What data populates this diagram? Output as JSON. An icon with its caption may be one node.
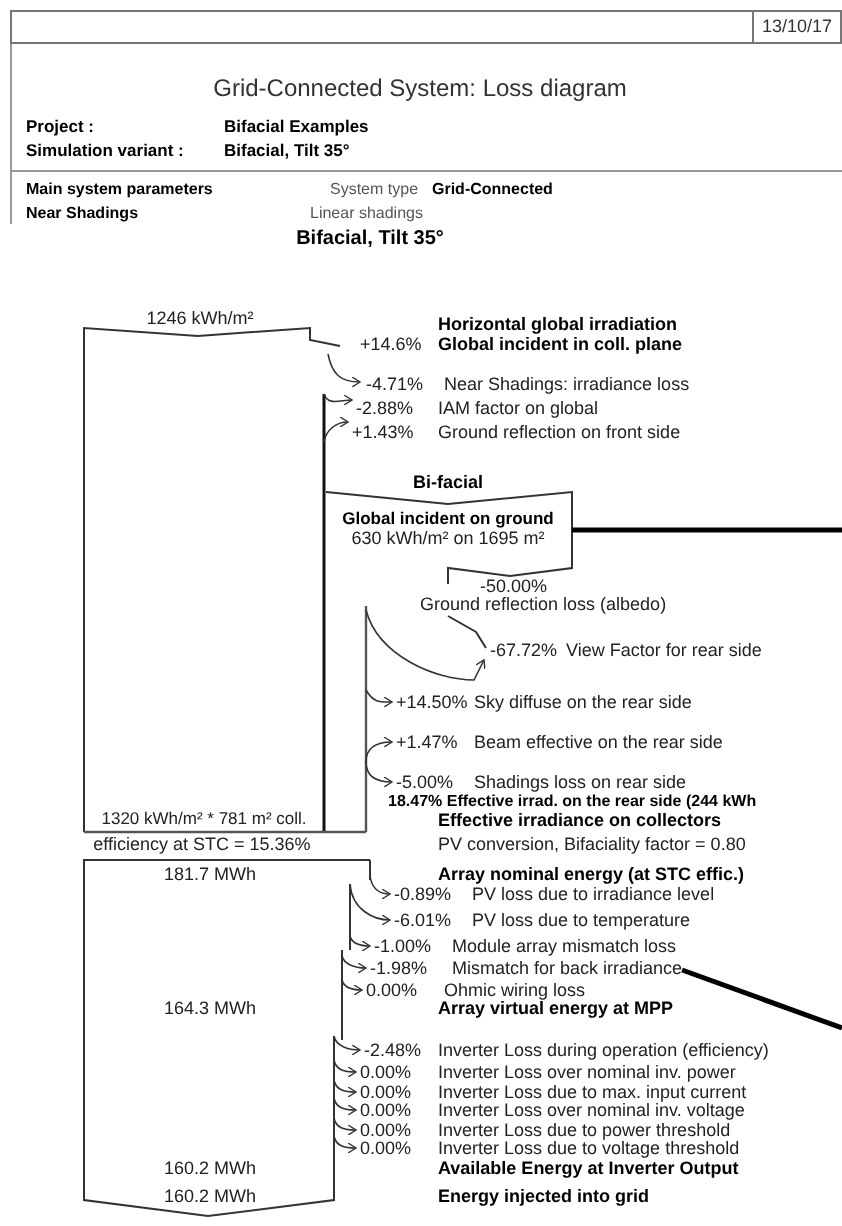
{
  "diagram": {
    "title": "Grid-Connected System: Loss diagram",
    "nodes": [
      {
        "text": [
          "13/10/17"
        ]
      },
      {
        "text": [
          "1246 kWh/m²",
          "1320 kWh/m² * 781 m² coll."
        ]
      },
      {
        "text": [
          "Bi-facial",
          "Global incident on ground",
          "630 kWh/m² on 1695 m²"
        ]
      },
      {
        "text": [
          "181.7 MWh",
          "164.3 MWh",
          "160.2 MWh",
          "160.2 MWh"
        ]
      },
      {
        "text": [
          "Mismatch for back irradiance"
        ]
      }
    ],
    "edges": [
      {
        "from": 2,
        "to": null,
        "arrow": "none"
      },
      {
        "from": 4,
        "to": null,
        "arrow": "none"
      }
    ],
    "labels": [
      "Project :",
      "Bifacial Examples",
      "Simulation variant :",
      "Bifacial, Tilt 35°",
      "Main system parameters",
      "System type",
      "Grid-Connected",
      "Near Shadings",
      "Linear shadings",
      "Bifacial, Tilt 35°",
      "Horizontal global irradiation",
      "+14.6%",
      "Global incident in coll. plane",
      "-4.71%",
      "Near Shadings: irradiance loss",
      "-2.88%",
      "IAM factor on global",
      "+1.43%",
      "Ground reflection on front side",
      "-50.00%",
      "Ground reflection loss (albedo)",
      "-67.72%",
      "View Factor for rear side",
      "+14.50%",
      "Sky diffuse on the rear side",
      "+1.47%",
      "Beam effective on the rear side",
      "-5.00%",
      "Shadings loss on rear side",
      "18.47% Effective irrad. on the rear side (244 kWh",
      "Effective irradiance on collectors",
      "efficiency at STC = 15.36%",
      "PV conversion, Bifaciality factor = 0.80",
      "Array nominal energy (at STC effic.)",
      "-0.89%",
      "PV loss due to irradiance level",
      "-6.01%",
      "PV loss due to temperature",
      "-1.00%",
      "Module array mismatch loss",
      "-1.98%",
      "0.00%",
      "Ohmic wiring loss",
      "Array virtual energy at MPP",
      "-2.48%",
      "Inverter Loss during operation (efficiency)",
      "0.00%",
      "Inverter Loss over nominal inv. power",
      "0.00%",
      "Inverter Loss due to max. input current",
      "0.00%",
      "Inverter Loss over nominal inv. voltage",
      "0.00%",
      "Inverter Loss due to power threshold",
      "0.00%",
      "Inverter Loss due to voltage threshold",
      "Available Energy at Inverter Output",
      "Energy injected into grid"
    ]
  }
}
